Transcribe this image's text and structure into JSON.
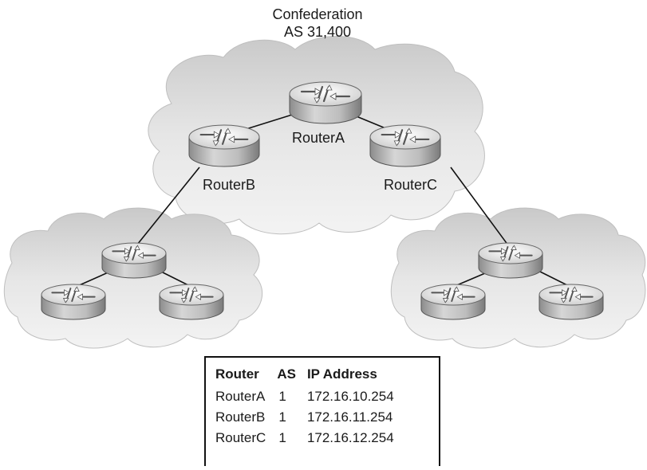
{
  "confederation": {
    "title": "Confederation",
    "as_label": "AS 31,400"
  },
  "routers": {
    "a": "RouterA",
    "b": "RouterB",
    "c": "RouterC"
  },
  "table": {
    "headers": [
      "Router",
      "AS",
      "IP Address"
    ],
    "rows": [
      [
        "RouterA",
        "1",
        "172.16.10.254"
      ],
      [
        "RouterB",
        "1",
        "172.16.11.254"
      ],
      [
        "RouterC",
        "1",
        "172.16.12.254"
      ]
    ]
  },
  "colors": {
    "cloud": "#e3e3e3",
    "router_top": "#f2f2f2",
    "router_side": "#a9a9a9",
    "line": "#111111"
  }
}
